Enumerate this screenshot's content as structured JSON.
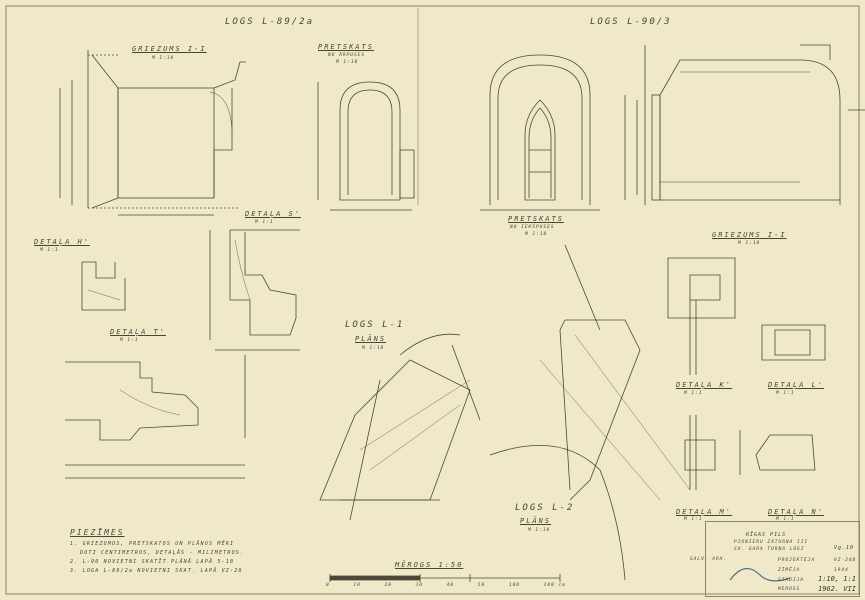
{
  "sheet": {
    "title_left": "LOGS L-89/2a",
    "title_right": "LOGS L-90/3",
    "views": {
      "section_left": {
        "title": "GRIEZUMS I-I",
        "scale": "M 1:10"
      },
      "elev_out": {
        "title": "PRETSKATS",
        "subtitle": "NO ĀRPUSES",
        "scale": "M 1:10"
      },
      "elev_in": {
        "title": "PRETSKATS",
        "subtitle": "NO IEKŠPUSES",
        "scale": "M 1:10"
      },
      "section_right": {
        "title": "GRIEZUMS I-I",
        "scale": "M 1:10"
      },
      "detail_s": {
        "title": "DETAĻA S'",
        "scale": "M 1:1"
      },
      "detail_h": {
        "title": "DETAĻA H'",
        "scale": "M 1:1"
      },
      "detail_t": {
        "title": "DETAĻA T'",
        "scale": "M 1:1"
      },
      "plan_l1": {
        "title": "LOGS L-1",
        "subtitle": "PLĀNS",
        "scale": "M 1:10"
      },
      "plan_l2": {
        "title": "LOGS L-2",
        "subtitle": "PLĀNS",
        "scale": "M 1:10"
      },
      "detail_k": {
        "title": "DETAĻA K'",
        "scale": "M 1:1"
      },
      "detail_l": {
        "title": "DETAĻA L'",
        "scale": "M 1:1"
      },
      "detail_m": {
        "title": "DETAĻA M'",
        "scale": "M 1:1"
      },
      "detail_n": {
        "title": "DETAĻA N'",
        "scale": "M 1:1"
      }
    },
    "scale_bar": {
      "label": "MĒROGS 1:50",
      "ticks": [
        "0",
        "10",
        "20",
        "30",
        "40",
        "50",
        "100",
        "200 cm"
      ]
    },
    "notes": {
      "heading": "PIEZĪMES",
      "lines": [
        "1. GRIEZUMOS, PRETSKATOS UN PLĀNOS MĒRI",
        "DOTI CENTIMETROS, DETAĻĀS - MILIMETROS.",
        "2. L-90 NOVIETNI SKATĪT PLĀNĀ LAPĀ 5-10",
        "3. LOGA L-89/2a NOVIETNI SKAT. LAPĀ VZ-20"
      ]
    },
    "title_block": {
      "line1": "RĪGAS PILS",
      "line2": "PIONIERU ZĀTURNA III",
      "line3": "SV. GARA TORŅA LOGI",
      "sheet_code": "Vg.10",
      "row_labels": [
        "GALV. ARH.",
        "PROJEKTĒJA",
        "ZĪMĒJA",
        "STADIJA",
        "MĒROGS"
      ],
      "values": [
        "VZ-24B",
        "1944",
        "1:10, 1:1",
        "1962. VII"
      ]
    }
  }
}
